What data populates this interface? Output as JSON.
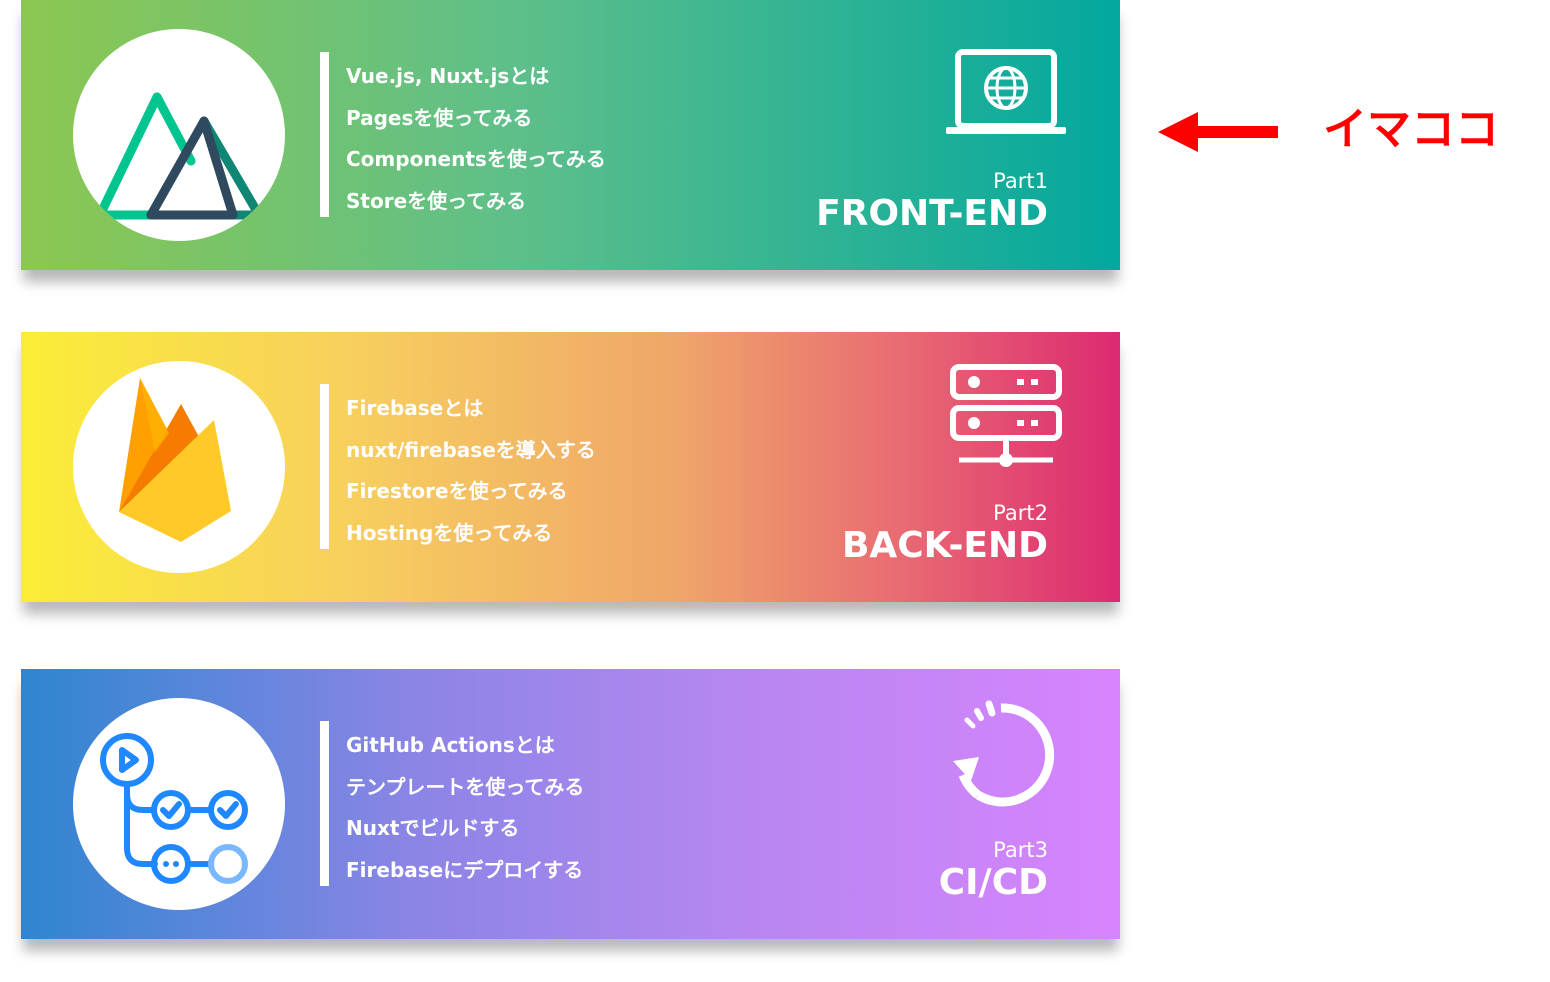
{
  "cards": [
    {
      "topics": [
        "Vue.js, Nuxt.jsとは",
        "Pagesを使ってみる",
        "Componentsを使ってみる",
        "Storeを使ってみる"
      ],
      "part": "Part1",
      "title": "FRONT-END",
      "logo_icon": "nuxt-logo-icon",
      "section_icon": "laptop-globe-icon"
    },
    {
      "topics": [
        "Firebaseとは",
        "nuxt/firebaseを導入する",
        "Firestoreを使ってみる",
        "Hostingを使ってみる"
      ],
      "part": "Part2",
      "title": "BACK-END",
      "logo_icon": "firebase-logo-icon",
      "section_icon": "server-icon"
    },
    {
      "topics": [
        "GitHub Actionsとは",
        "テンプレートを使ってみる",
        "Nuxtでビルドする",
        "Firebaseにデプロイする"
      ],
      "part": "Part3",
      "title": "CI/CD",
      "logo_icon": "github-actions-logo-icon",
      "section_icon": "refresh-cycle-icon"
    }
  ],
  "marker": {
    "text": "イマココ",
    "color": "#ff0000",
    "icon": "arrow-left-icon"
  },
  "colors": {
    "card1_gradient": [
      "#8cc751",
      "#03a89e"
    ],
    "card2_gradient": [
      "#fbed37",
      "#dc2a71"
    ],
    "card3_gradient": [
      "#2e86d0",
      "#d784fd"
    ]
  }
}
